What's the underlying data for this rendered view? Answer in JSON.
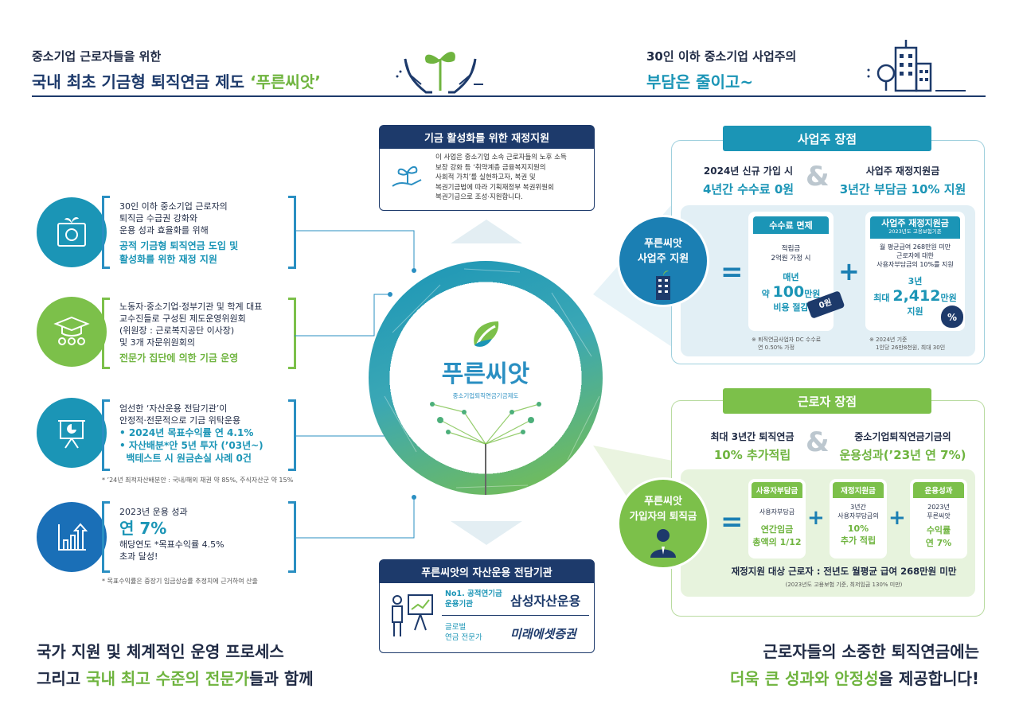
{
  "header": {
    "left_sub": "중소기업 근로자들을 위한",
    "left_title_a": "국내 최초 기금형 퇴직연금 제도 ",
    "left_title_b": "‘푸른씨앗’",
    "right_sub": "30인 이하 중소기업 사업주의",
    "right_title": "부담은 줄이고~"
  },
  "left_items": [
    {
      "lines": [
        "30인 이하 중소기업 근로자의",
        "퇴직금 수급권 강화와",
        "운용 성과 효율화를 위해"
      ],
      "highlight": [
        "공적 기금형 퇴직연금 도입 및",
        "활성화를 위한 재정 지원"
      ],
      "icon": "safe-icon"
    },
    {
      "lines": [
        "노동자·중소기업·정부기관 및 학계 대표",
        "교수진들로 구성된 제도운영위원회",
        "(위원장 : 근로복지공단 이사장)",
        "및 3개 자문위원회의"
      ],
      "highlight": [
        "전문가 집단에 의한 기금 운영"
      ],
      "icon": "graduate-group-icon"
    },
    {
      "lines": [
        "엄선한 ‘자산운용 전담기관’이",
        "안정적·전문적으로 기금 위탁운용"
      ],
      "bullets": [
        "• 2024년 목표수익률 연 4.1%",
        "• 자산배분*안 5년 투자 (’03년~)",
        "  백테스트 시 원금손실 사례 0건"
      ],
      "note": "* ’24년 최적자산배분안 : 국내/해외 채권 약 85%, 주식자산군 약 15%",
      "icon": "presentation-chart-icon"
    },
    {
      "lines": [
        "2023년 운용 성과"
      ],
      "big": "연 7%",
      "lines2": [
        "해당연도 *목표수익률 4.5%",
        "초과 달성!"
      ],
      "note": "* 목표수익률은 중장기 임금상승률 추정치에 근거하여 산출",
      "icon": "growth-chart-icon"
    }
  ],
  "center_top": {
    "title": "기금 활성화를 위한 재정지원",
    "text": [
      "이 사업은 중소기업 소속 근로자들의 노후 소득",
      "보장 강화 등 ‘취약계층 금융복지지원의",
      "사회적 가치’를 실현하고자, 복권 및",
      "복권기금법에 따라 기획재정부 복권위원회",
      "복권기금으로 조성·지원합니다."
    ]
  },
  "logo": {
    "name": "푸른씨앗",
    "sub": "중소기업퇴직연금기금제도"
  },
  "center_bottom": {
    "title": "푸른씨앗의 자산운용 전담기관",
    "rows": [
      {
        "label": [
          "No1. 공적연기금",
          "운용기관"
        ],
        "name": "삼성자산운용"
      },
      {
        "label": [
          "글로벌",
          "연금 전문가"
        ],
        "name": "미래에셋증권"
      }
    ]
  },
  "employer": {
    "ribbon": "사업주 장점",
    "left_a": "2024년 신규 가입 시",
    "left_b": "4년간 수수료 0원",
    "right_a": "사업주 재정지원금",
    "right_b": "3년간 부담금 10% 지원",
    "circle": [
      "푸른씨앗",
      "사업주 지원"
    ],
    "card1": {
      "head": "수수료 면제",
      "lines": [
        "적립금",
        "2억원 가정 시"
      ],
      "v1": "매년",
      "v2a": "약 ",
      "v2b": "100",
      "v2c": "만원",
      "v3": "비용 절감",
      "tag": "0원",
      "note": [
        "※ 퇴직연금사업자 DC 수수료",
        "연 0.50% 가정"
      ]
    },
    "card2": {
      "head": "사업주 재정지원금",
      "headsub": "2023년도 고용보험기준",
      "lines": [
        "월 평균급여 268만원 미만",
        "근로자에 대한",
        "사용자부담금의 10%를 지원"
      ],
      "v1": "3년",
      "v2a": "최대 ",
      "v2b": "2,412",
      "v2c": "만원",
      "v3": "지원",
      "tag": "%",
      "note": [
        "※ 2024년 기준",
        "1인당 26만8천원, 최대 30인"
      ]
    }
  },
  "worker": {
    "ribbon": "근로자 장점",
    "left_a": "최대 3년간 퇴직연금",
    "left_b": "10% 추가적립",
    "right_a": "중소기업퇴직연금기금의",
    "right_b": "운용성과(’23년 연 7%)",
    "circle": [
      "푸른씨앗",
      "가입자의 퇴직금"
    ],
    "cards": [
      {
        "head": "사용자부담금",
        "lines": [
          "사용자부담금"
        ],
        "vals": [
          "연간임금",
          "총액의 1/12"
        ]
      },
      {
        "head": "재정지원금",
        "lines": [
          "3년간",
          "사용자부담금의"
        ],
        "vals": [
          "10%",
          "추가 적립"
        ]
      },
      {
        "head": "운용성과",
        "lines": [
          "2023년",
          "푸른씨앗"
        ],
        "vals": [
          "수익률",
          "연 7%"
        ]
      }
    ],
    "target": "재정지원 대상 근로자 : 전년도 월평균 급여 268만원 미만",
    "target_note": "(2023년도 고용보험 기준, 최저임금 130% 미만)"
  },
  "footer": {
    "left_a": "국가 지원 및 체계적인 운영 프로세스",
    "left_b1": "그리고 ",
    "left_b2": "국내 최고 수준의 전문가",
    "left_b3": "들과 함께",
    "right_a": "근로자들의 소중한 퇴직연금에는",
    "right_b1": "더욱 큰 성과와 안정성",
    "right_b2": "을 제공합니다!"
  },
  "symbols": {
    "eq": "=",
    "plus": "+",
    "amp": "&"
  },
  "colors": {
    "navy": "#1d3a6b",
    "teal": "#1b95b6",
    "green": "#6fb43f",
    "blue": "#2a8fc2"
  }
}
